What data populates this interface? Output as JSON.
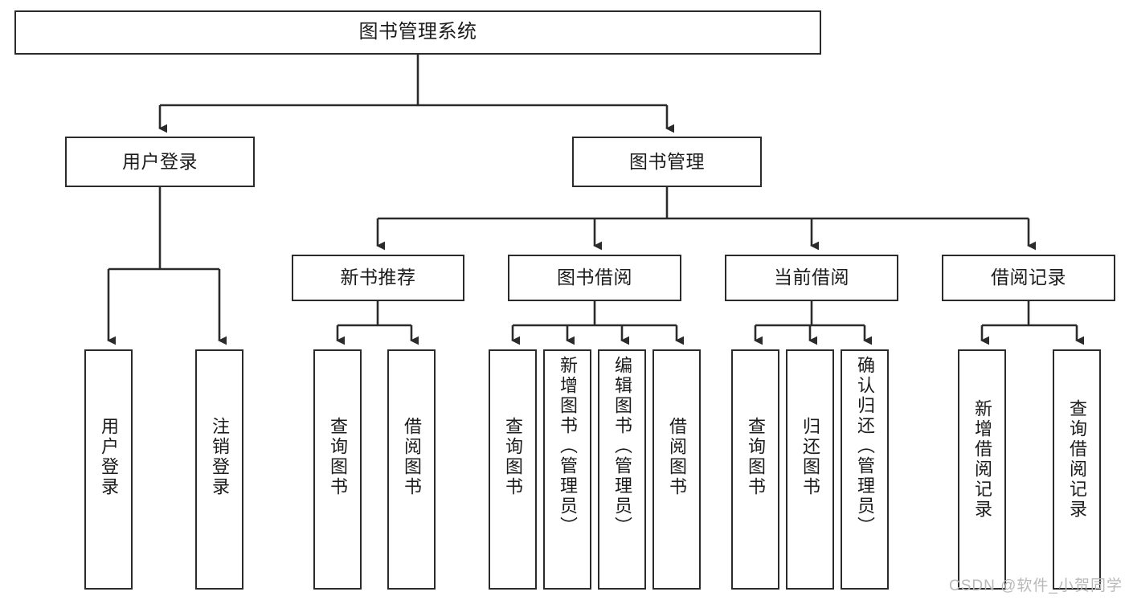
{
  "diagram": {
    "title": "图书管理系统",
    "type": "tree",
    "watermark": "CSDN @软件_小贺同学",
    "colors": {
      "stroke": "#2b2b2b",
      "fill": "#ffffff",
      "text": "#1b1b1b",
      "watermark": "#b9b9b9"
    },
    "root": {
      "label": "图书管理系统"
    },
    "branches": [
      {
        "label": "用户登录",
        "children": [
          {
            "label": "用户登录"
          },
          {
            "label": "注销登录"
          }
        ]
      },
      {
        "label": "图书管理",
        "children": [
          {
            "label": "新书推荐",
            "children": [
              {
                "label": "查询图书"
              },
              {
                "label": "借阅图书"
              }
            ]
          },
          {
            "label": "图书借阅",
            "children": [
              {
                "label": "查询图书"
              },
              {
                "label": "新增图书（管理员）"
              },
              {
                "label": "编辑图书（管理员）"
              },
              {
                "label": "借阅图书"
              }
            ]
          },
          {
            "label": "当前借阅",
            "children": [
              {
                "label": "查询图书"
              },
              {
                "label": "归还图书"
              },
              {
                "label": "确认归还（管理员）"
              }
            ]
          },
          {
            "label": "借阅记录",
            "children": [
              {
                "label": "新增借阅记录"
              },
              {
                "label": "查询借阅记录"
              }
            ]
          }
        ]
      }
    ]
  }
}
